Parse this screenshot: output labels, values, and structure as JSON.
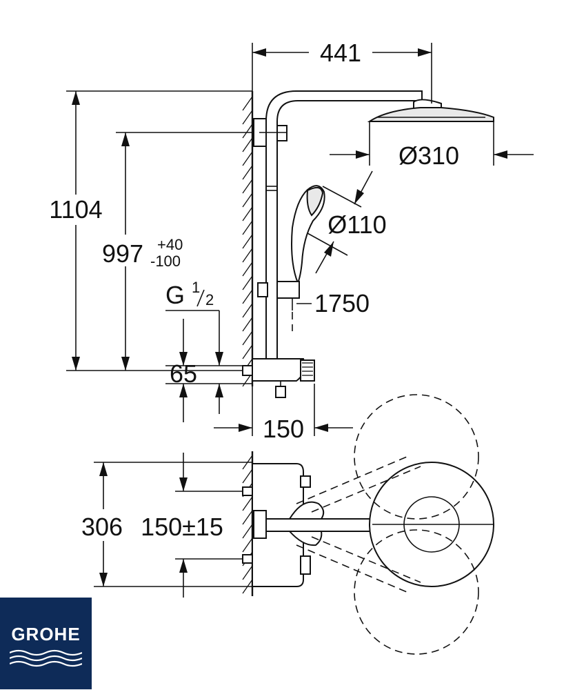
{
  "dimensions": {
    "width_top": "441",
    "head_diameter": "Ø310",
    "hand_diameter": "Ø110",
    "total_height": "1104",
    "holder_height": "997",
    "holder_tol_plus": "+40",
    "holder_tol_minus": "-100",
    "thread_label": "G",
    "thread_num": "1",
    "thread_den": "2",
    "inlet_offset": "65",
    "hose_length": "1750",
    "wall_offset": "150",
    "inlet_spacing": "306",
    "spacing_tolerance": "150±15"
  },
  "brand": {
    "name": "GROHE",
    "color": "#0e2b58"
  }
}
